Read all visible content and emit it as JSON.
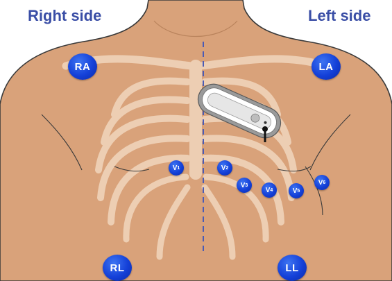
{
  "labels": {
    "right_side": "Right side",
    "left_side": "Left side"
  },
  "limb_electrodes": [
    {
      "id": "RA",
      "label": "RA"
    },
    {
      "id": "LA",
      "label": "LA"
    },
    {
      "id": "RL",
      "label": "RL"
    },
    {
      "id": "LL",
      "label": "LL"
    }
  ],
  "chest_electrodes": [
    {
      "id": "V1",
      "letter": "V",
      "number": "1"
    },
    {
      "id": "V2",
      "letter": "V",
      "number": "2"
    },
    {
      "id": "V3",
      "letter": "V",
      "number": "3"
    },
    {
      "id": "V4",
      "letter": "V",
      "number": "4"
    },
    {
      "id": "V5",
      "letter": "V",
      "number": "5"
    },
    {
      "id": "V6",
      "letter": "V",
      "number": "6"
    }
  ],
  "colors": {
    "skin": "#d9a27a",
    "outline": "#3a3a3a",
    "bone": "#f1d6bd",
    "electrode": "#1440d8",
    "label": "#3a4ea6",
    "midline": "#4a5bb5"
  },
  "device": {
    "name": "patch-monitor"
  }
}
